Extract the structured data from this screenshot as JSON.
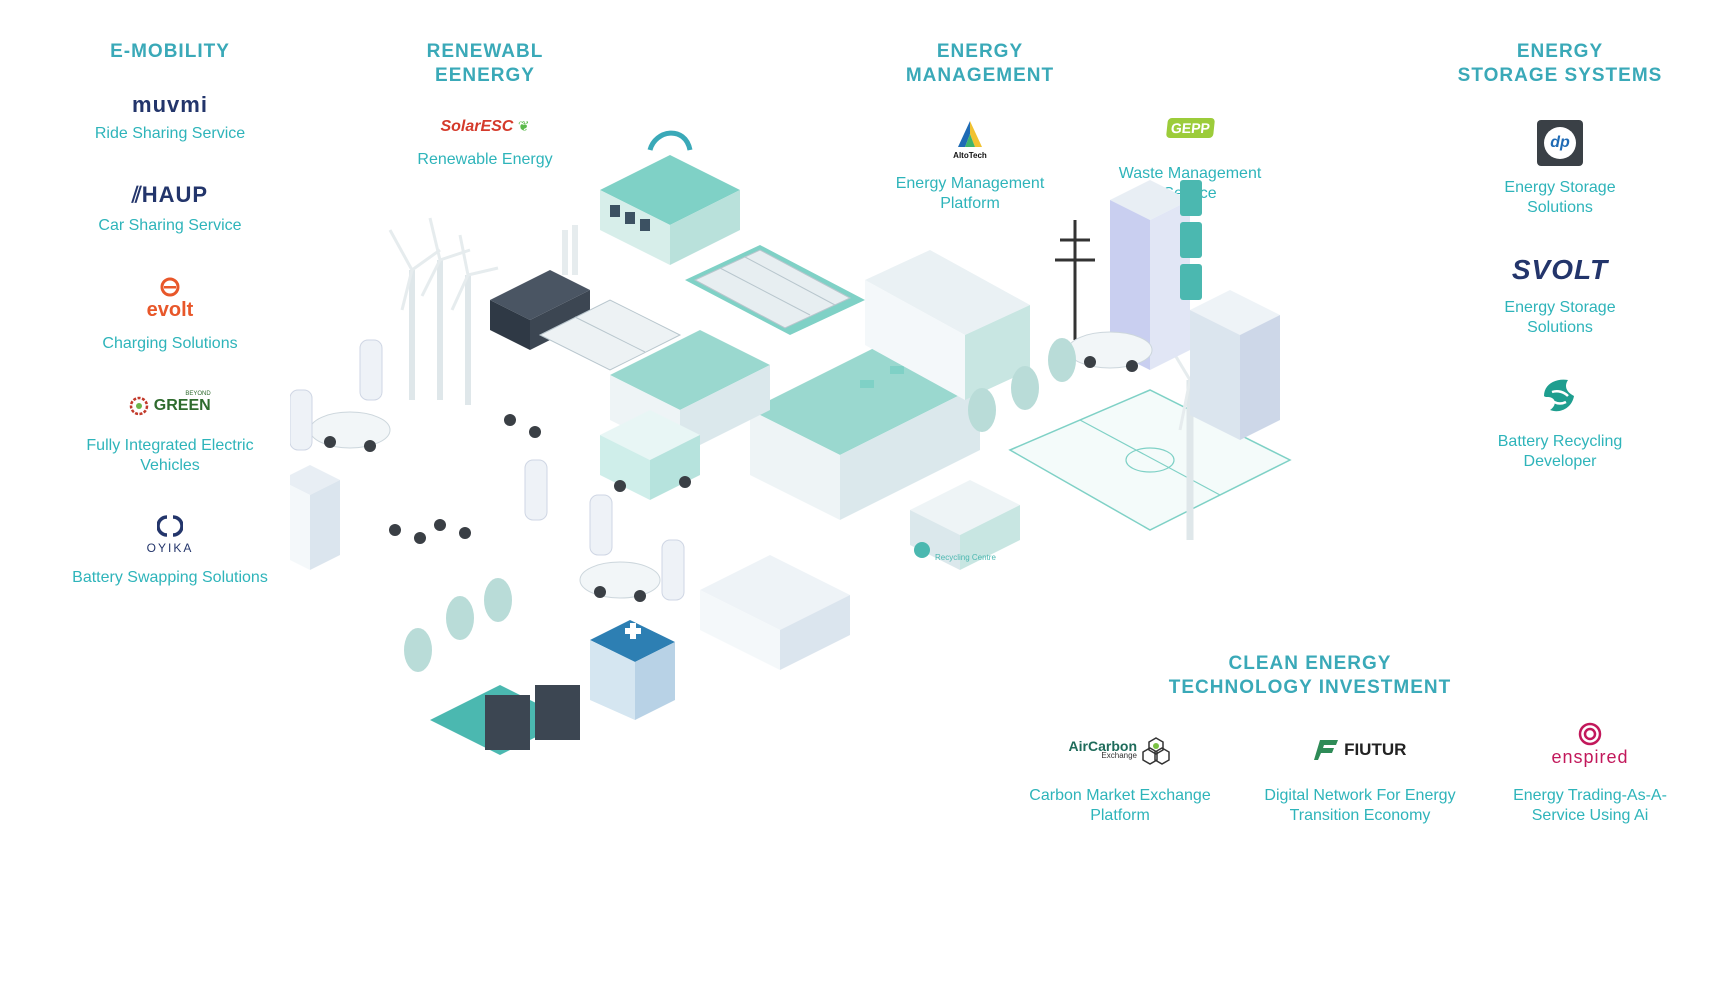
{
  "sections": {
    "emobility": {
      "title": "E-MOBILITY",
      "items": [
        {
          "logo": "muvmi",
          "desc": "Ride Sharing Service"
        },
        {
          "logo": "HAUP",
          "desc": "Car Sharing Service"
        },
        {
          "logo": "evolt",
          "desc": "Charging Solutions"
        },
        {
          "logo": "GREEN",
          "logo_small": "BEYOND",
          "desc": "Fully Integrated Electric Vehicles"
        },
        {
          "logo": "OYIKA",
          "desc": "Battery Swapping Solutions"
        }
      ]
    },
    "renewable": {
      "title_line1": "RENEWABL",
      "title_line2": "EENERGY",
      "items": [
        {
          "logo": "SolarESC",
          "desc": "Renewable Energy"
        }
      ]
    },
    "energy_mgmt": {
      "title_line1": "ENERGY",
      "title_line2": "MANAGEMENT",
      "items": [
        {
          "logo": "AltoTech",
          "desc": "Energy Management Platform"
        },
        {
          "logo": "GEPP",
          "desc": "Waste Management Service"
        }
      ]
    },
    "storage": {
      "title_line1": "ENERGY",
      "title_line2": "STORAGE SYSTEMS",
      "items": [
        {
          "logo": "dp",
          "desc": "Energy Storage Solutions"
        },
        {
          "logo": "SVOLT",
          "desc": "Energy Storage Solutions"
        },
        {
          "logo": "",
          "desc": "Battery Recycling Developer"
        }
      ]
    },
    "clean_invest": {
      "title_line1": "CLEAN ENERGY",
      "title_line2": "TECHNOLOGY INVESTMENT",
      "items": [
        {
          "logo": "AirCarbon",
          "logo_small": "Exchange",
          "desc": "Carbon Market Exchange Platform"
        },
        {
          "logo": "FIUTUR",
          "desc": "Digital Network For Energy Transition Economy"
        },
        {
          "logo": "enspired",
          "desc": "Energy Trading-As-A-Service Using Ai"
        }
      ]
    }
  },
  "illustration": {
    "recycling_label": "Recycling Centre"
  },
  "colors": {
    "heading": "#3aa9b8",
    "desc": "#2eb4ba",
    "teal": "#6fcfc4",
    "teal_dark": "#3a9d95",
    "navy": "#1f3a5f"
  }
}
